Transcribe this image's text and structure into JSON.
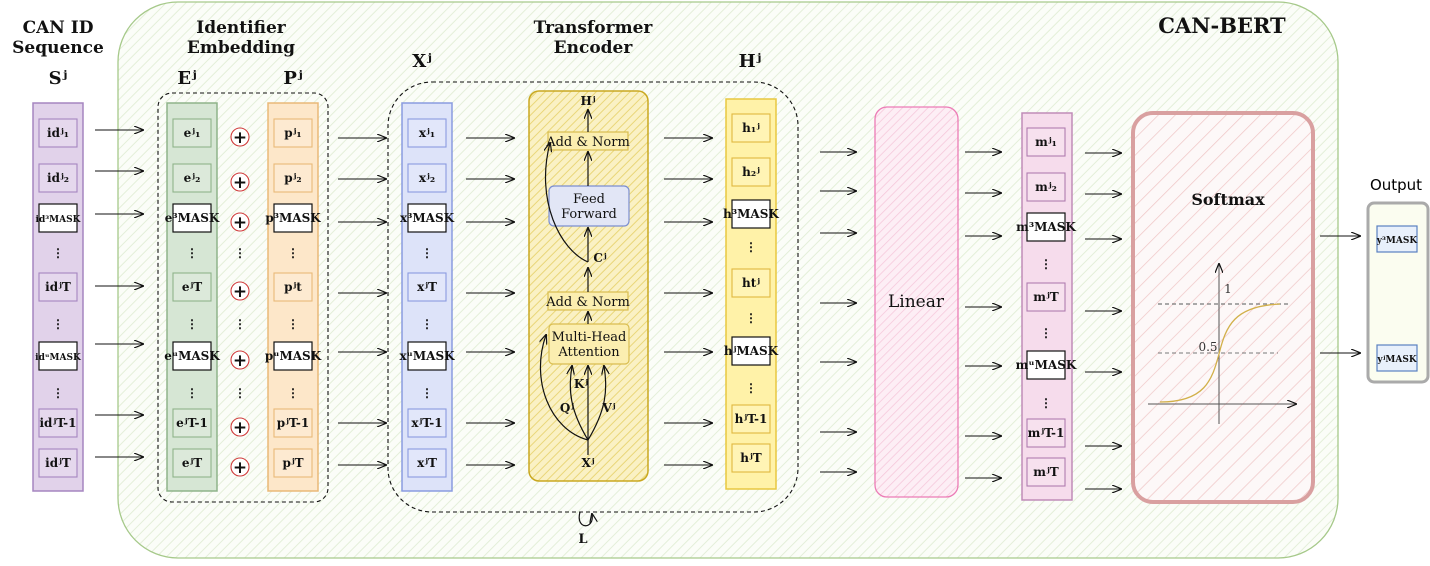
{
  "headers": {
    "can_id": "CAN ID\nSequence",
    "identifier_embedding": "Identifier\nEmbedding",
    "transformer_encoder": "Transformer\nEncoder",
    "can_bert": "CAN-BERT",
    "output": "Output"
  },
  "symbols": {
    "s": "Sʲ",
    "e": "Eʲ",
    "p": "Pʲ",
    "x": "Xʲ",
    "h": "Hʲ"
  },
  "columns": {
    "ids": [
      "idʲ₁",
      "idʲ₂",
      "id³MASK",
      "⋮",
      "idʲT",
      "⋮",
      "idᵘMASK",
      "⋮",
      "idʲT-1",
      "idʲT"
    ],
    "e": [
      "eʲ₁",
      "eʲ₂",
      "e³MASK",
      "⋮",
      "eʲT",
      "⋮",
      "eᵘMASK",
      "⋮",
      "eʲT-1",
      "eʲT"
    ],
    "plus": [
      "+",
      "+",
      "+",
      "⋮",
      "+",
      "⋮",
      "+",
      "⋮",
      "+",
      "+"
    ],
    "p": [
      "pʲ₁",
      "pʲ₂",
      "p³MASK",
      "⋮",
      "pʲt",
      "⋮",
      "pᵘMASK",
      "⋮",
      "pʲT-1",
      "pʲT"
    ],
    "x": [
      "xʲ₁",
      "xʲ₂",
      "x³MASK",
      "⋮",
      "xʲT",
      "⋮",
      "xᵘMASK",
      "⋮",
      "xʲT-1",
      "xʲT"
    ],
    "h": [
      "h₁ʲ",
      "h₂ʲ",
      "h³MASK",
      "⋮",
      "htʲ",
      "⋮",
      "hʲMASK",
      "⋮",
      "hʲT-1",
      "hʲT"
    ],
    "m": [
      "mʲ₁",
      "mʲ₂",
      "m³MASK",
      "⋮",
      "mʲT",
      "⋮",
      "mᵘMASK",
      "⋮",
      "mʲT-1",
      "mʲT"
    ],
    "y": [
      "y³MASK",
      "yʲMASK"
    ]
  },
  "encoder": {
    "h_out": "Hʲ",
    "add_norm_top": "Add & Norm",
    "feed_forward": "Feed\nForward",
    "c": "Cʲ",
    "add_norm_bottom": "Add & Norm",
    "mha": "Multi-Head\nAttention",
    "k": "Kʲ",
    "q": "Qʲ",
    "v": "Vʲ",
    "x_in": "Xʲ",
    "l": "L"
  },
  "linear": "Linear",
  "softmax": {
    "title": "Softmax",
    "tick_1": "1",
    "tick_05": "0.5"
  },
  "colors": {
    "panel_green": "#a6c98a",
    "id_purple": "#e1d2ea",
    "e_green": "#d6e6d4",
    "p_orange": "#fde7c9",
    "x_blue": "#dde3f9",
    "encoder_yellow": "#f6e9a0",
    "h_yellow": "#fff2a8",
    "linear_pink": "#fbe0ec",
    "m_pink": "#f6dcec",
    "softmax_red": "#d9a0a0"
  }
}
